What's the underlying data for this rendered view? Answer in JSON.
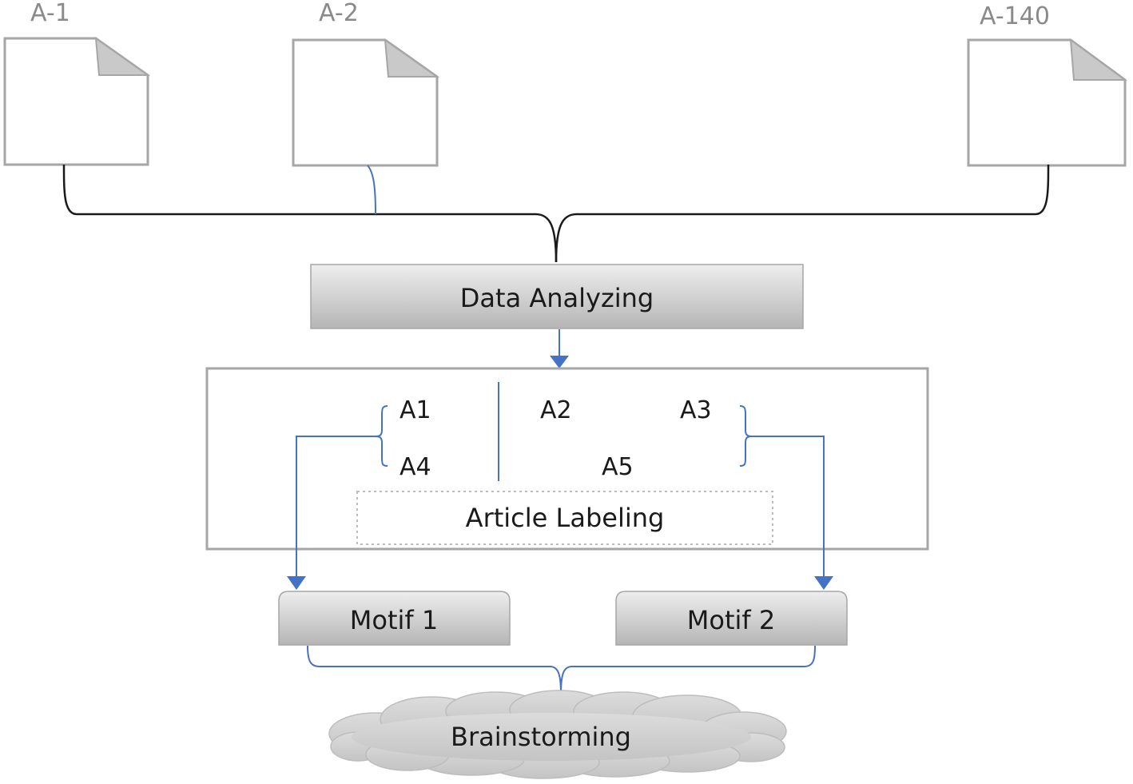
{
  "documents": [
    {
      "label": "A-1"
    },
    {
      "label": "A-2"
    },
    {
      "label": "A-140"
    }
  ],
  "process_box": {
    "label": "Data Analyzing"
  },
  "labeling_panel": {
    "categories": [
      "A1",
      "A2",
      "A3",
      "A4",
      "A5"
    ],
    "caption": "Article Labeling"
  },
  "motifs": [
    {
      "label": "Motif 1"
    },
    {
      "label": "Motif 2"
    }
  ],
  "cloud": {
    "label": "Brainstorming"
  },
  "colors": {
    "arrow": "#4472c4",
    "connector": "#1a1a1a",
    "outline": "#a6a6a6",
    "box_fill_top": "#ededed",
    "box_fill_bottom": "#b4b4b4",
    "cloud_fill": "#d0d0d0"
  }
}
